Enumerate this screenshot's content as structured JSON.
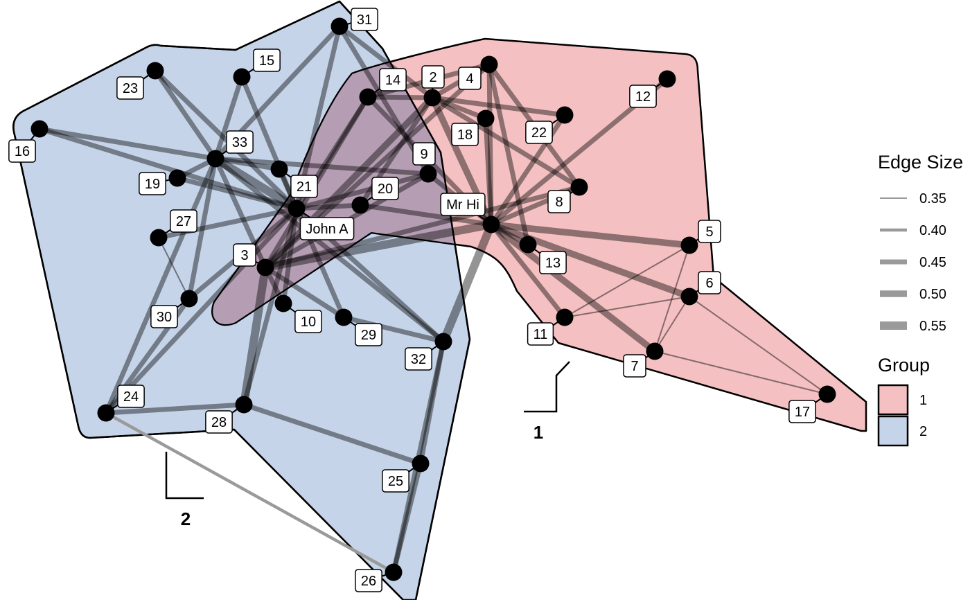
{
  "colors": {
    "group_1_fill": "#f4c0c1",
    "group_2_fill": "#c5d4e8",
    "overlap_fill": "#b59eb4",
    "edge": "#000000",
    "node": "#000000"
  },
  "nodes": [
    {
      "id": "Mr Hi",
      "group": "1"
    },
    {
      "id": "2",
      "group": "1"
    },
    {
      "id": "3",
      "group": "2"
    },
    {
      "id": "4",
      "group": "1"
    },
    {
      "id": "5",
      "group": "1"
    },
    {
      "id": "6",
      "group": "1"
    },
    {
      "id": "7",
      "group": "1"
    },
    {
      "id": "8",
      "group": "1"
    },
    {
      "id": "9",
      "group": "2"
    },
    {
      "id": "10",
      "group": "2"
    },
    {
      "id": "11",
      "group": "1"
    },
    {
      "id": "12",
      "group": "1"
    },
    {
      "id": "13",
      "group": "1"
    },
    {
      "id": "14",
      "group": "1"
    },
    {
      "id": "15",
      "group": "2"
    },
    {
      "id": "16",
      "group": "2"
    },
    {
      "id": "17",
      "group": "1"
    },
    {
      "id": "18",
      "group": "1"
    },
    {
      "id": "19",
      "group": "2"
    },
    {
      "id": "20",
      "group": "1"
    },
    {
      "id": "21",
      "group": "2"
    },
    {
      "id": "22",
      "group": "1"
    },
    {
      "id": "23",
      "group": "2"
    },
    {
      "id": "24",
      "group": "2"
    },
    {
      "id": "25",
      "group": "2"
    },
    {
      "id": "26",
      "group": "2"
    },
    {
      "id": "27",
      "group": "2"
    },
    {
      "id": "28",
      "group": "2"
    },
    {
      "id": "29",
      "group": "2"
    },
    {
      "id": "30",
      "group": "2"
    },
    {
      "id": "31",
      "group": "2"
    },
    {
      "id": "32",
      "group": "2"
    },
    {
      "id": "33",
      "group": "2"
    },
    {
      "id": "John A",
      "group": "2"
    }
  ],
  "edges": [
    [
      "Mr Hi",
      "2",
      0.5
    ],
    [
      "Mr Hi",
      "3",
      0.55
    ],
    [
      "Mr Hi",
      "4",
      0.45
    ],
    [
      "Mr Hi",
      "5",
      0.5
    ],
    [
      "Mr Hi",
      "6",
      0.5
    ],
    [
      "Mr Hi",
      "7",
      0.5
    ],
    [
      "Mr Hi",
      "8",
      0.45
    ],
    [
      "Mr Hi",
      "9",
      0.45
    ],
    [
      "Mr Hi",
      "11",
      0.45
    ],
    [
      "Mr Hi",
      "12",
      0.45
    ],
    [
      "Mr Hi",
      "13",
      0.45
    ],
    [
      "Mr Hi",
      "14",
      0.45
    ],
    [
      "Mr Hi",
      "18",
      0.45
    ],
    [
      "Mr Hi",
      "20",
      0.45
    ],
    [
      "Mr Hi",
      "22",
      0.45
    ],
    [
      "Mr Hi",
      "32",
      0.55
    ],
    [
      "2",
      "3",
      0.5
    ],
    [
      "2",
      "4",
      0.45
    ],
    [
      "2",
      "8",
      0.45
    ],
    [
      "2",
      "14",
      0.45
    ],
    [
      "2",
      "18",
      0.45
    ],
    [
      "2",
      "20",
      0.45
    ],
    [
      "2",
      "22",
      0.45
    ],
    [
      "2",
      "31",
      0.45
    ],
    [
      "3",
      "4",
      0.45
    ],
    [
      "3",
      "8",
      0.45
    ],
    [
      "3",
      "9",
      0.45
    ],
    [
      "3",
      "10",
      0.45
    ],
    [
      "3",
      "14",
      0.45
    ],
    [
      "3",
      "28",
      0.55
    ],
    [
      "3",
      "29",
      0.45
    ],
    [
      "3",
      "33",
      0.45
    ],
    [
      "4",
      "8",
      0.45
    ],
    [
      "4",
      "13",
      0.45
    ],
    [
      "4",
      "14",
      0.45
    ],
    [
      "5",
      "7",
      0.35
    ],
    [
      "5",
      "11",
      0.35
    ],
    [
      "6",
      "7",
      0.35
    ],
    [
      "6",
      "11",
      0.35
    ],
    [
      "6",
      "17",
      0.35
    ],
    [
      "7",
      "17",
      0.35
    ],
    [
      "9",
      "31",
      0.45
    ],
    [
      "9",
      "33",
      0.45
    ],
    [
      "9",
      "John A",
      0.45
    ],
    [
      "10",
      "John A",
      0.45
    ],
    [
      "14",
      "John A",
      0.45
    ],
    [
      "15",
      "33",
      0.45
    ],
    [
      "15",
      "John A",
      0.45
    ],
    [
      "16",
      "33",
      0.45
    ],
    [
      "16",
      "John A",
      0.45
    ],
    [
      "19",
      "33",
      0.45
    ],
    [
      "19",
      "John A",
      0.45
    ],
    [
      "20",
      "John A",
      0.45
    ],
    [
      "21",
      "33",
      0.45
    ],
    [
      "21",
      "John A",
      0.45
    ],
    [
      "23",
      "33",
      0.45
    ],
    [
      "23",
      "John A",
      0.45
    ],
    [
      "24",
      "26",
      0.4
    ],
    [
      "24",
      "28",
      0.45
    ],
    [
      "24",
      "30",
      0.45
    ],
    [
      "24",
      "33",
      0.45
    ],
    [
      "24",
      "John A",
      0.45
    ],
    [
      "25",
      "26",
      0.45
    ],
    [
      "25",
      "28",
      0.45
    ],
    [
      "25",
      "32",
      0.45
    ],
    [
      "26",
      "32",
      0.45
    ],
    [
      "27",
      "30",
      0.35
    ],
    [
      "27",
      "John A",
      0.45
    ],
    [
      "28",
      "John A",
      0.45
    ],
    [
      "29",
      "32",
      0.45
    ],
    [
      "29",
      "John A",
      0.45
    ],
    [
      "30",
      "33",
      0.45
    ],
    [
      "30",
      "John A",
      0.45
    ],
    [
      "31",
      "33",
      0.45
    ],
    [
      "31",
      "John A",
      0.45
    ],
    [
      "32",
      "33",
      0.45
    ],
    [
      "32",
      "John A",
      0.45
    ],
    [
      "33",
      "John A",
      0.55
    ]
  ],
  "group_labels": [
    {
      "group": "1",
      "text": "1"
    },
    {
      "group": "2",
      "text": "2"
    }
  ],
  "legend": {
    "edge_size": {
      "title": "Edge Size",
      "items": [
        {
          "value": 0.35,
          "label": "0.35"
        },
        {
          "value": 0.4,
          "label": "0.40"
        },
        {
          "value": 0.45,
          "label": "0.45"
        },
        {
          "value": 0.5,
          "label": "0.50"
        },
        {
          "value": 0.55,
          "label": "0.55"
        }
      ]
    },
    "group": {
      "title": "Group",
      "items": [
        {
          "label": "1",
          "color": "#f4c0c1"
        },
        {
          "label": "2",
          "color": "#c5d4e8"
        }
      ]
    }
  }
}
